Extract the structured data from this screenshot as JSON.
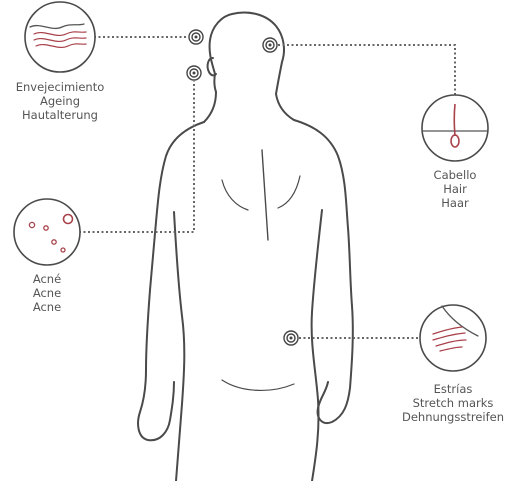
{
  "colors": {
    "outline": "#4a4a4a",
    "accent": "#a8424a",
    "connector": "#666666",
    "text": "#555555"
  },
  "callouts": {
    "ageing": {
      "lines": [
        "Envejecimiento",
        "Ageing",
        "Hautalterung"
      ],
      "icon": "wavy-lines-icon"
    },
    "acne": {
      "lines": [
        "Acné",
        "Acne",
        "Acne"
      ],
      "icon": "pimples-icon"
    },
    "hair": {
      "lines": [
        "Cabello",
        "Hair",
        "Haar"
      ],
      "icon": "hair-follicle-icon"
    },
    "stretch": {
      "lines": [
        "Estrías",
        "Stretch marks",
        "Dehnungsstreifen"
      ],
      "icon": "stretch-marks-icon"
    }
  }
}
